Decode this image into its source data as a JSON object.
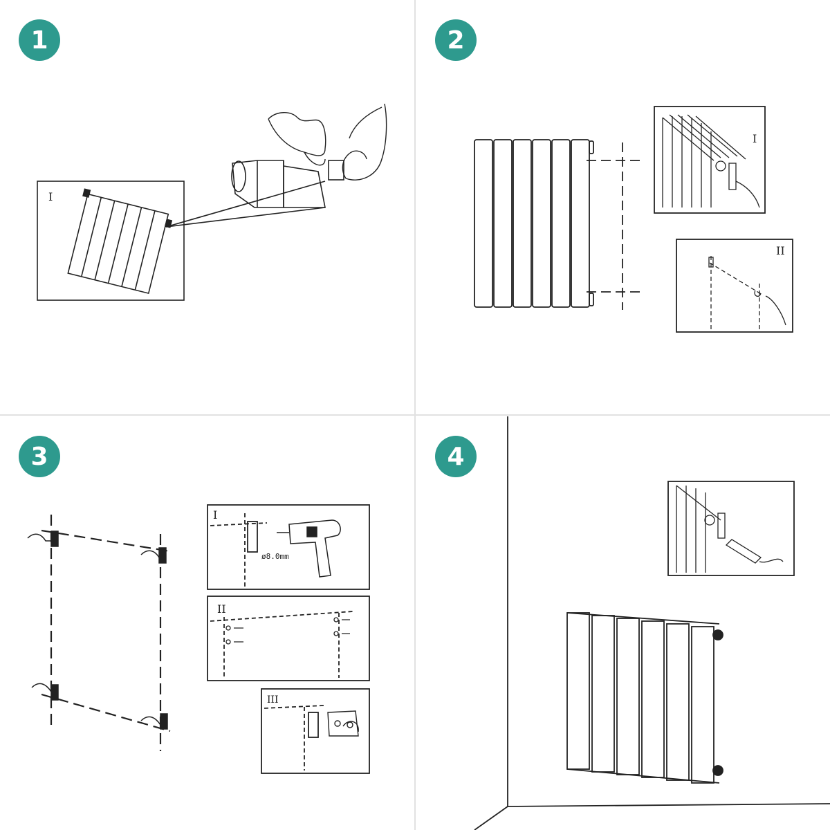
{
  "steps": [
    {
      "number": "1",
      "insets": [
        "I"
      ]
    },
    {
      "number": "2",
      "insets": [
        "I",
        "II"
      ]
    },
    {
      "number": "3",
      "insets": [
        "I",
        "II",
        "III"
      ],
      "drill_label": "ø8.0mm"
    },
    {
      "number": "4",
      "insets": []
    }
  ],
  "colors": {
    "badge": "#2e9a8e",
    "line": "#222222",
    "divider": "#e2e2e2"
  }
}
